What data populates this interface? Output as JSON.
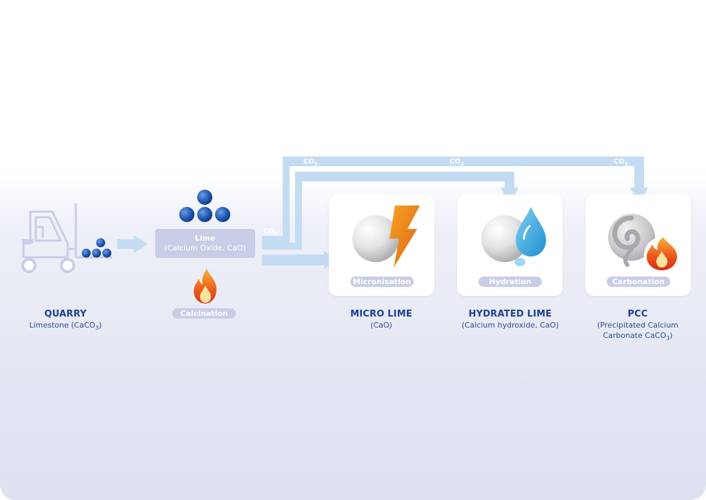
{
  "quarry": {
    "title": "QUARRY",
    "subtitle": "Limestone (CaCO",
    "subtitle_sub": "3",
    "subtitle_end": ")"
  },
  "lime": {
    "title": "Lime",
    "subtitle": "(Calcium Oxide, CaO)"
  },
  "calcination": {
    "label": "Calcination"
  },
  "co2": {
    "label": "CO",
    "sub": "2"
  },
  "micro_lime": {
    "step": "Micronisation",
    "title": "MICRO LIME",
    "subtitle": "(CaO)"
  },
  "hydrated_lime": {
    "step": "Hydration",
    "title": "HYDRATED LIME",
    "subtitle": "(Calcium hydroxide, CaO)"
  },
  "pcc": {
    "step": "Carbonation",
    "title": "PCC",
    "subtitle_line1": "(Precipitated Calcium",
    "subtitle_line2": "Carbonate CaCO",
    "subtitle_sub": "3",
    "subtitle_end": ")"
  },
  "colors": {
    "title_blue": "#1c3f94",
    "flow_arrow": "#c4dcf2",
    "pill": "#c9cde6",
    "sphere_blue": "#1f5bb8",
    "bolt_orange": "#f08a1c",
    "drop_blue": "#3aa8e0",
    "flame_red": "#e43a1a"
  },
  "icons": [
    "forklift-icon",
    "particles-icon",
    "flame-icon",
    "lightning-icon",
    "water-drop-icon",
    "swirl-icon"
  ]
}
